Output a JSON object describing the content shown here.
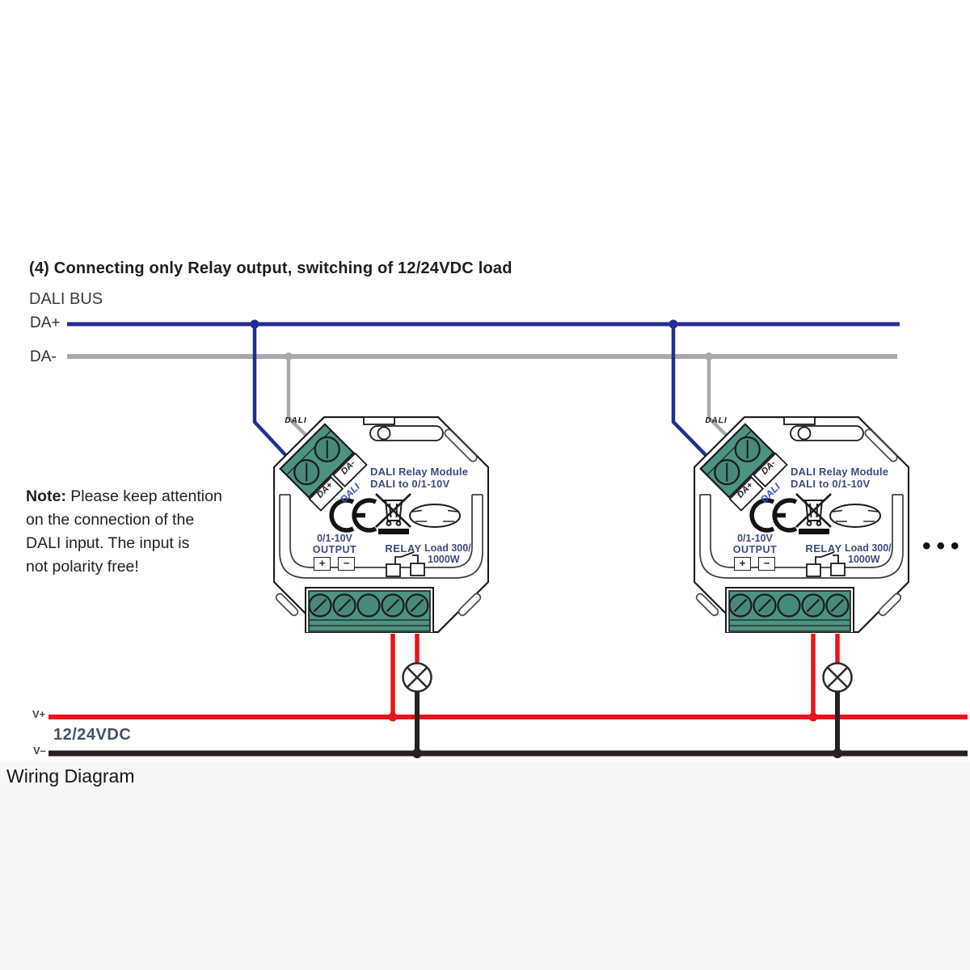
{
  "header": {
    "title": "(4) Connecting only Relay output, switching of 12/24VDC load"
  },
  "dali_bus": {
    "label": "DALI BUS",
    "da_plus_label": "DA+",
    "da_minus_label": "DA-",
    "da_plus_color": "#232e92",
    "da_minus_color": "#a9a9a9"
  },
  "note": {
    "bold_prefix": "Note:",
    "rest_line1": " Please keep attention",
    "line2": "on the connection of the",
    "line3": "DALI input. The input is",
    "line4": "not polarity free!"
  },
  "power_bus": {
    "v_plus_label": "V+",
    "v_minus_label": "V–",
    "voltage_label": "12/24VDC",
    "v_plus_color": "#e81419",
    "v_minus_color": "#262022"
  },
  "module": {
    "name_line1": "DALI Relay Module",
    "name_line2": "DALI to 0/1-10V",
    "terminal": {
      "da_plus": "DA+",
      "da_minus": "DA-",
      "bus_name": "DALI"
    },
    "output": {
      "line1": "0/1-10V",
      "line2": "OUTPUT",
      "plus": "+",
      "minus": "−"
    },
    "relay": {
      "label": "RELAY",
      "load_line1": "Load 300/",
      "load_line2": "1000W"
    },
    "logos": {
      "dali": "DALI"
    }
  },
  "more_modules_indicator": "•••",
  "caption": "Wiring Diagram"
}
